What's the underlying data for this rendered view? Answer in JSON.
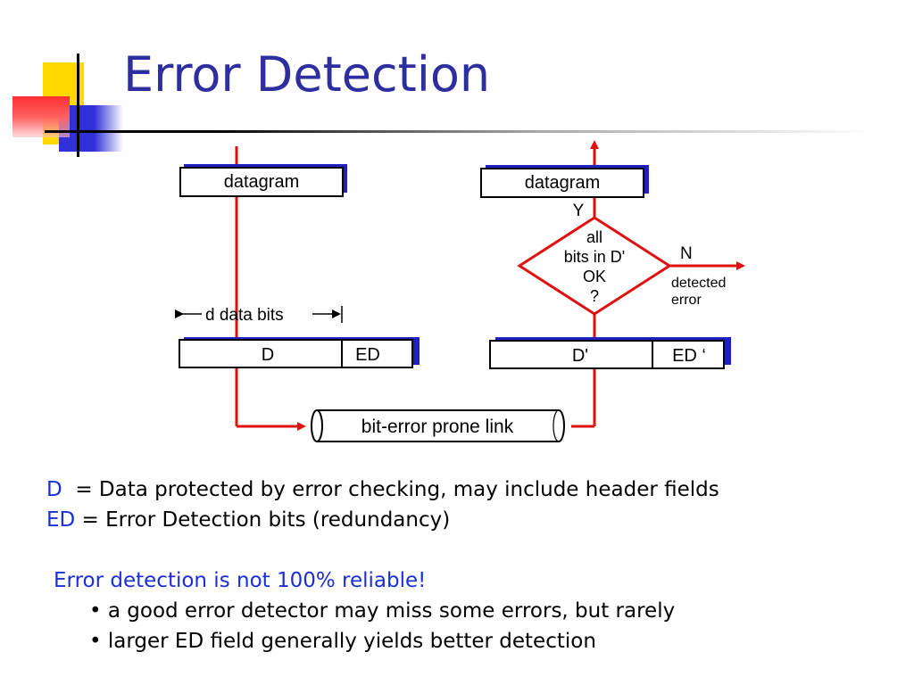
{
  "slide": {
    "title": "Error Detection"
  },
  "diagram": {
    "sender": {
      "datagram_label": "datagram",
      "d_data_bits_label": "d data bits",
      "d_label": "D",
      "ed_label": "ED"
    },
    "receiver": {
      "datagram_label": "datagram",
      "yes_label": "Y",
      "decision_lines": [
        "all",
        "bits in D'",
        "OK",
        "?"
      ],
      "no_label": "N",
      "detected_error_lines": [
        "detected",
        "error"
      ],
      "d_label": "D'",
      "ed_label": "ED ‘"
    },
    "link_label": "bit-error prone link"
  },
  "legend": {
    "d_key": "D",
    "d_text": "  = Data protected by error checking, may include header fields",
    "ed_key": "ED",
    "ed_text": " = Error Detection bits (redundancy)"
  },
  "note": {
    "heading": "Error detection is not 100% reliable!",
    "bullets": [
      "• a good error detector may miss some errors, but rarely",
      "• larger ED field generally yields better detection"
    ]
  },
  "colors": {
    "title": "#2e2ea0",
    "accent_blue": "#1a2fd8",
    "arrow_red": "#e01010",
    "shadow_blue": "#2020c0"
  }
}
